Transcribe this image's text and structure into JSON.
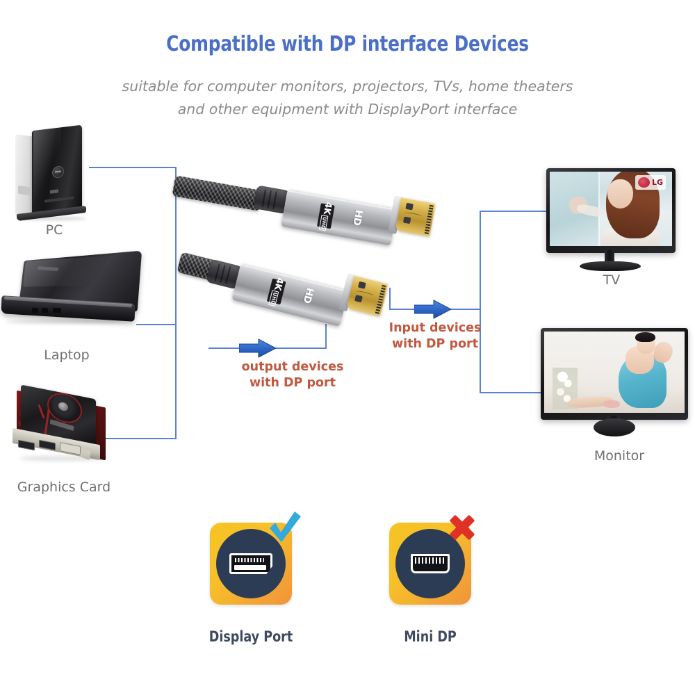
{
  "header": {
    "title": "Compatible with DP interface Devices",
    "subtitle_line1": "suitable for computer monitors, projectors, TVs, home theaters",
    "subtitle_line2": "and other equipment with DisplayPort interface",
    "title_color": "#4b6fc6",
    "subtitle_color": "#8b8b8b"
  },
  "source_devices": [
    {
      "label": "PC"
    },
    {
      "label": "Laptop"
    },
    {
      "label": "Graphics Card"
    }
  ],
  "sink_devices": [
    {
      "label": "TV"
    },
    {
      "label": "Monitor"
    }
  ],
  "tv_screen": {
    "brand_logo_text": "LG"
  },
  "annotations": {
    "output": {
      "line1": "output devices",
      "line2": "with DP port"
    },
    "input": {
      "line1": "Input devices",
      "line2": "with DP port"
    },
    "color": "#c1593f",
    "arrow_color": "#2f68c8",
    "line_color": "#5b82d0"
  },
  "cable": {
    "connector_top": {
      "resolution": "4K",
      "resolution_sub": "UHD",
      "hd_text": "HD"
    },
    "connector_bottom": {
      "resolution": "4K",
      "resolution_sub": "UHD",
      "hd_text": "HD"
    }
  },
  "port_comparison": [
    {
      "label": "Display Port",
      "status": "supported",
      "mark": "check-mark-icon",
      "mark_color": "#33a9dc",
      "tile_color": "#f6c425",
      "circle_color": "#2c3c55"
    },
    {
      "label": "Mini DP",
      "status": "not-supported",
      "mark": "cross-mark-icon",
      "mark_color": "#e03127",
      "tile_color": "#f6c425",
      "circle_color": "#2c3c55"
    }
  ]
}
